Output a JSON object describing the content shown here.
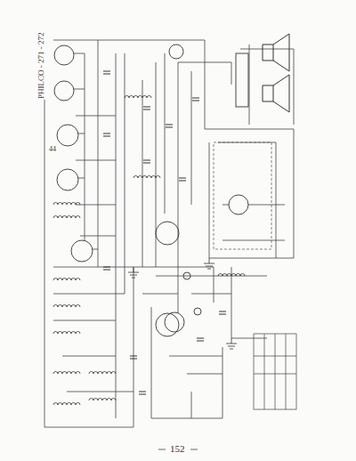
{
  "diagram": {
    "title": "PHILCO - 271 - 272",
    "labels": [
      "44",
      "152"
    ]
  }
}
